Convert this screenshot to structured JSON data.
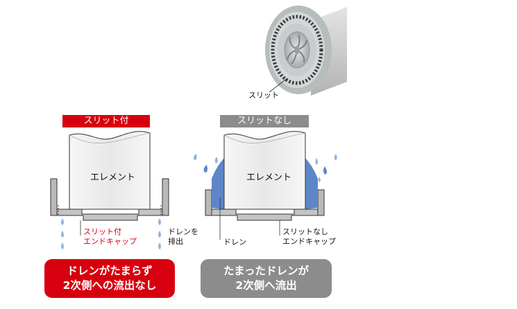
{
  "colors": {
    "red": "#d7000f",
    "gray": "#8c8c8c",
    "water": "#5d86c9",
    "drop": "#8fb4e3",
    "wall": "#b9b9b9",
    "element": "#efefef"
  },
  "photo": {
    "label": "スリット"
  },
  "left": {
    "header": "スリット付",
    "element_label": "エレメント",
    "cap_label": "スリット付\nエンドキャップ",
    "drain_label": "ドレンを\n排出",
    "result": "ドレンがたまらず\n2次側への流出なし"
  },
  "right": {
    "header": "スリットなし",
    "element_label": "エレメント",
    "drain_label": "ドレン",
    "cap_label": "スリットなし\nエンドキャップ",
    "result": "たまったドレンが\n2次側へ流出"
  }
}
